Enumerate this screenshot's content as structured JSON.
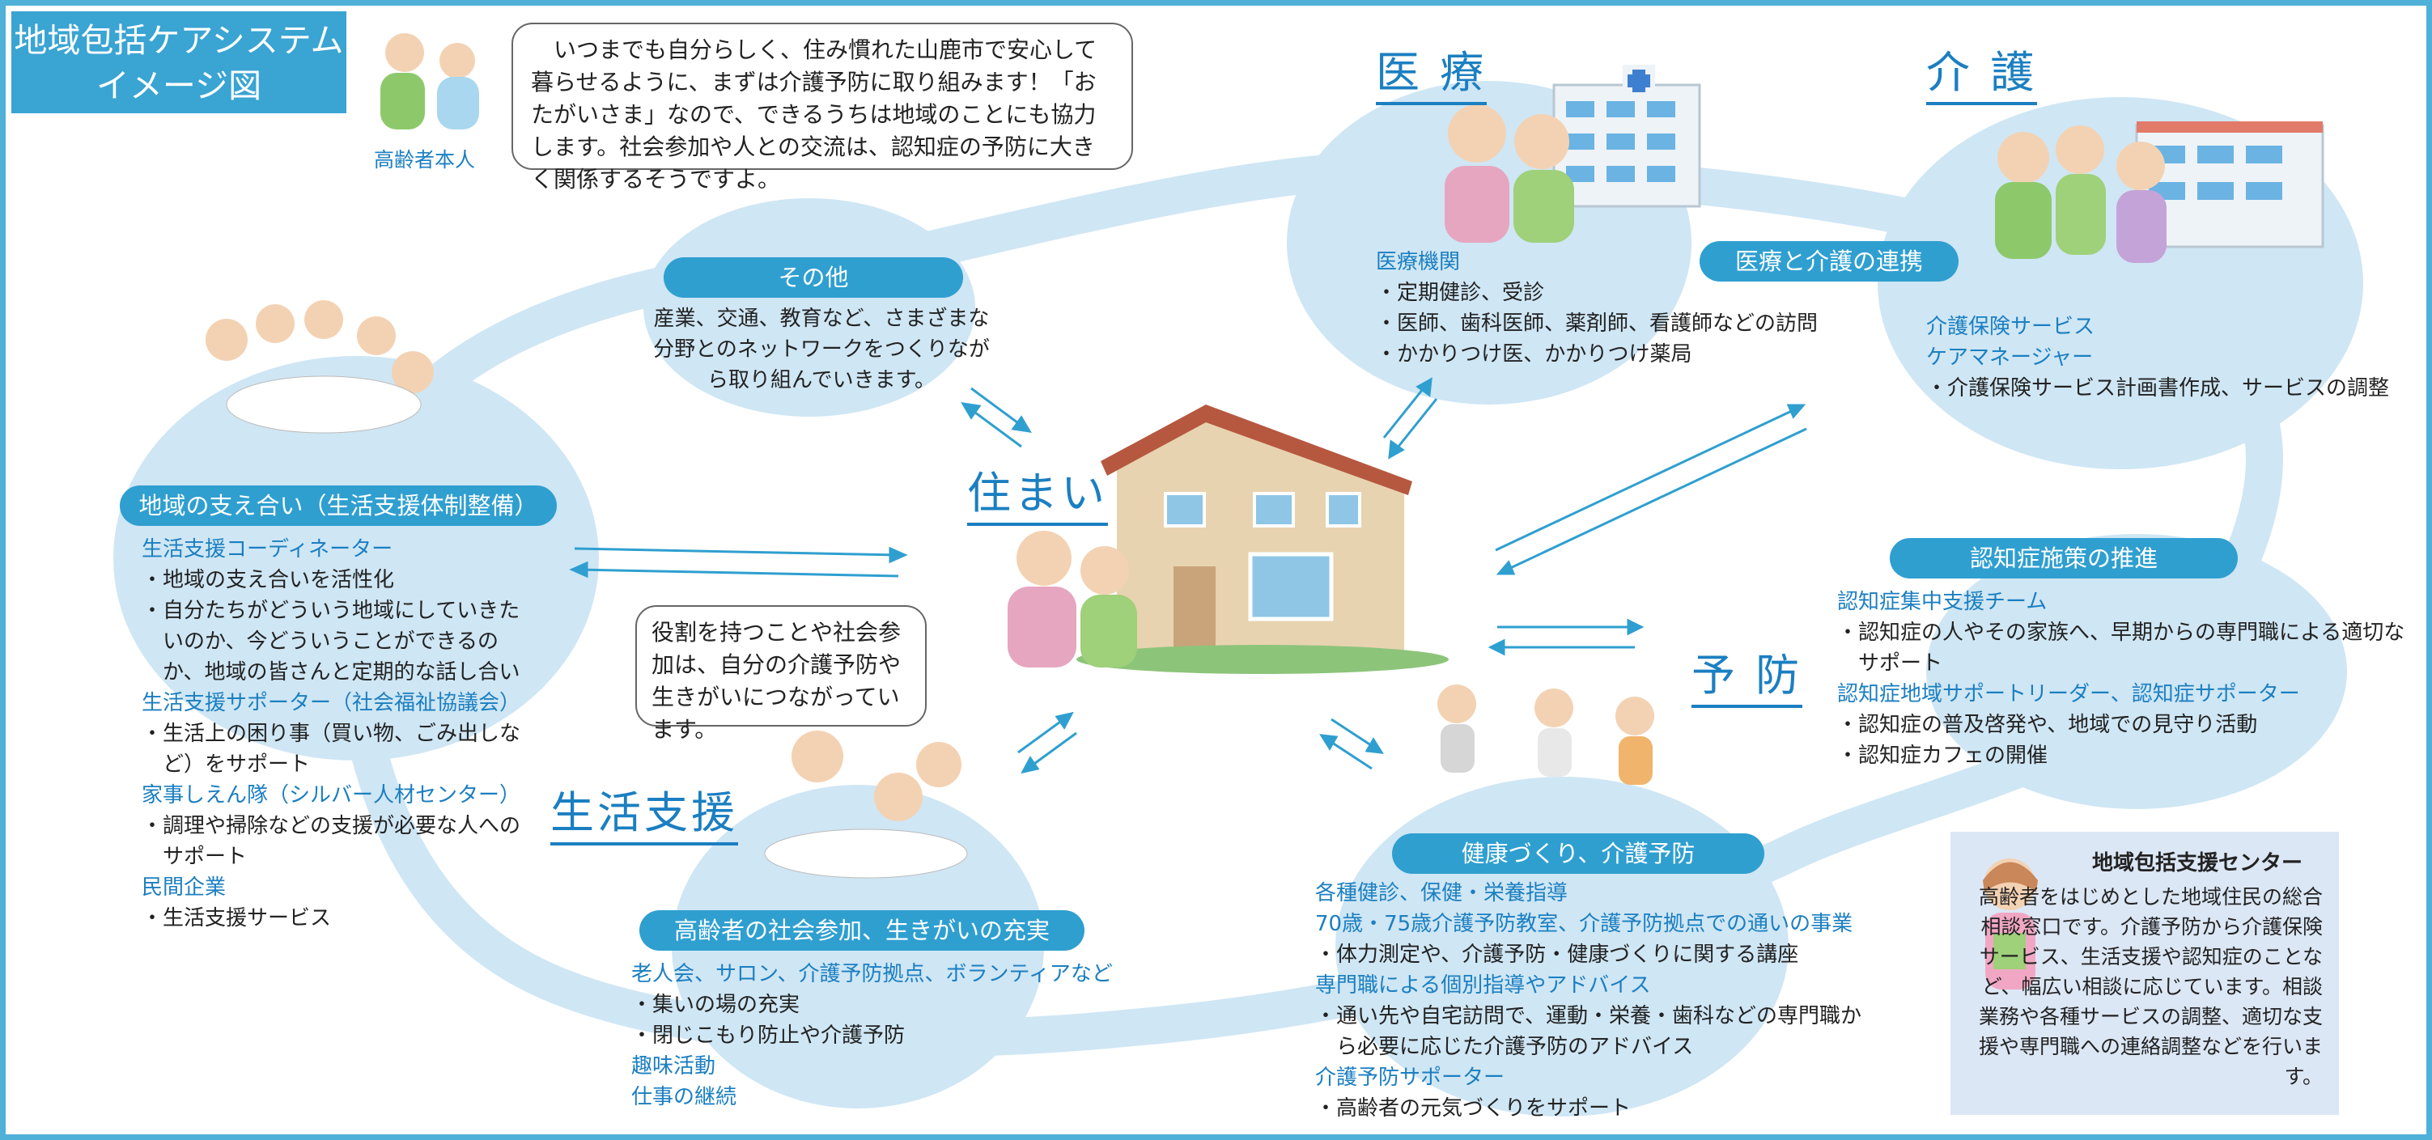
{
  "title": {
    "line1": "地域包括ケアシステム",
    "line2": "イメージ図"
  },
  "elderly": {
    "caption": "高齢者本人",
    "speech": "いつまでも自分らしく、住み慣れた山鹿市で安心して暮らせるように、まずは介護予防に取り組みます！「おたがいさま」なので、できるうちは地域のことにも協力します。社会参加や人との交流は、認知症の予防に大きく関係するそうですよ。"
  },
  "headings": {
    "medical": "医 療",
    "care": "介 護",
    "housing": "住まい",
    "prevention": "予 防",
    "living_support": "生活支援"
  },
  "medical": {
    "subtitle": "医療機関",
    "items": [
      "・定期健診、受診",
      "・医師、歯科医師、薬剤師、看護師などの訪問",
      "・かかりつけ医、かかりつけ薬局"
    ]
  },
  "pills": {
    "medical_care_link": "医療と介護の連携",
    "other": "その他",
    "regional_support": "地域の支え合い（生活支援体制整備）",
    "social": "高齢者の社会参加、生きがいの充実",
    "health": "健康づくり、介護予防",
    "dementia": "認知症施策の推進"
  },
  "care": {
    "subtitles": [
      "介護保険サービス",
      "ケアマネージャー"
    ],
    "items": [
      "・介護保険サービス計画書作成、サービスの調整"
    ]
  },
  "other": {
    "text": "産業、交通、教育など、さまざまな分野とのネットワークをつくりながら取り組んでいきます。"
  },
  "regional": {
    "s1": "生活支援コーディネーター",
    "i1": "・地域の支え合いを活性化",
    "i2": "・自分たちがどういう地域にしていきたいのか、今どういうことができるのか、地域の皆さんと定期的な話し合い",
    "s2": "生活支援サポーター（社会福祉協議会）",
    "i3": "・生活上の困り事（買い物、ごみ出しなど）をサポート",
    "s3": "家事しえん隊（シルバー人材センター）",
    "i4": "・調理や掃除などの支援が必要な人へのサポート",
    "s4": "民間企業",
    "i5": "・生活支援サービス"
  },
  "roles": {
    "speech": "役割を持つことや社会参加は、自分の介護予防や生きがいにつながっています。"
  },
  "social": {
    "s1": "老人会、サロン、介護予防拠点、ボランティアなど",
    "i1": "・集いの場の充実",
    "i2": "・閉じこもり防止や介護予防",
    "s2": "趣味活動",
    "s3": "仕事の継続"
  },
  "prevention": {
    "s1": "各種健診、保健・栄養指導",
    "s2": "70歳・75歳介護予防教室、介護予防拠点での通いの事業",
    "i1": "・体力測定や、介護予防・健康づくりに関する講座",
    "s3": "専門職による個別指導やアドバイス",
    "i2": "・通い先や自宅訪問で、運動・栄養・歯科などの専門職から必要に応じた介護予防のアドバイス",
    "s4": "介護予防サポーター",
    "i3": "・高齢者の元気づくりをサポート"
  },
  "dementia": {
    "s1": "認知症集中支援チーム",
    "i1": "・認知症の人やその家族へ、早期からの専門職による適切なサポート",
    "s2": "認知症地域サポートリーダー、認知症サポーター",
    "i2": "・認知症の普及啓発や、地域での見守り活動",
    "i3": "・認知症カフェの開催"
  },
  "center": {
    "title": "地域包括支援センター",
    "text": "高齢者をはじめとした地域住民の総合相談窓口です。介護予防から介護保険サービス、生活支援や認知症のことなど、幅広い相談に応じています。相談業務や各種サービスの調整、適切な支援や専門職への連絡調整などを行います。"
  },
  "colors": {
    "accent": "#1b7fc1",
    "pill": "#2f9fd0",
    "ring": "#cfe6f4",
    "title_bg": "#3aa4d2",
    "panel_bg": "#dce7f5"
  }
}
